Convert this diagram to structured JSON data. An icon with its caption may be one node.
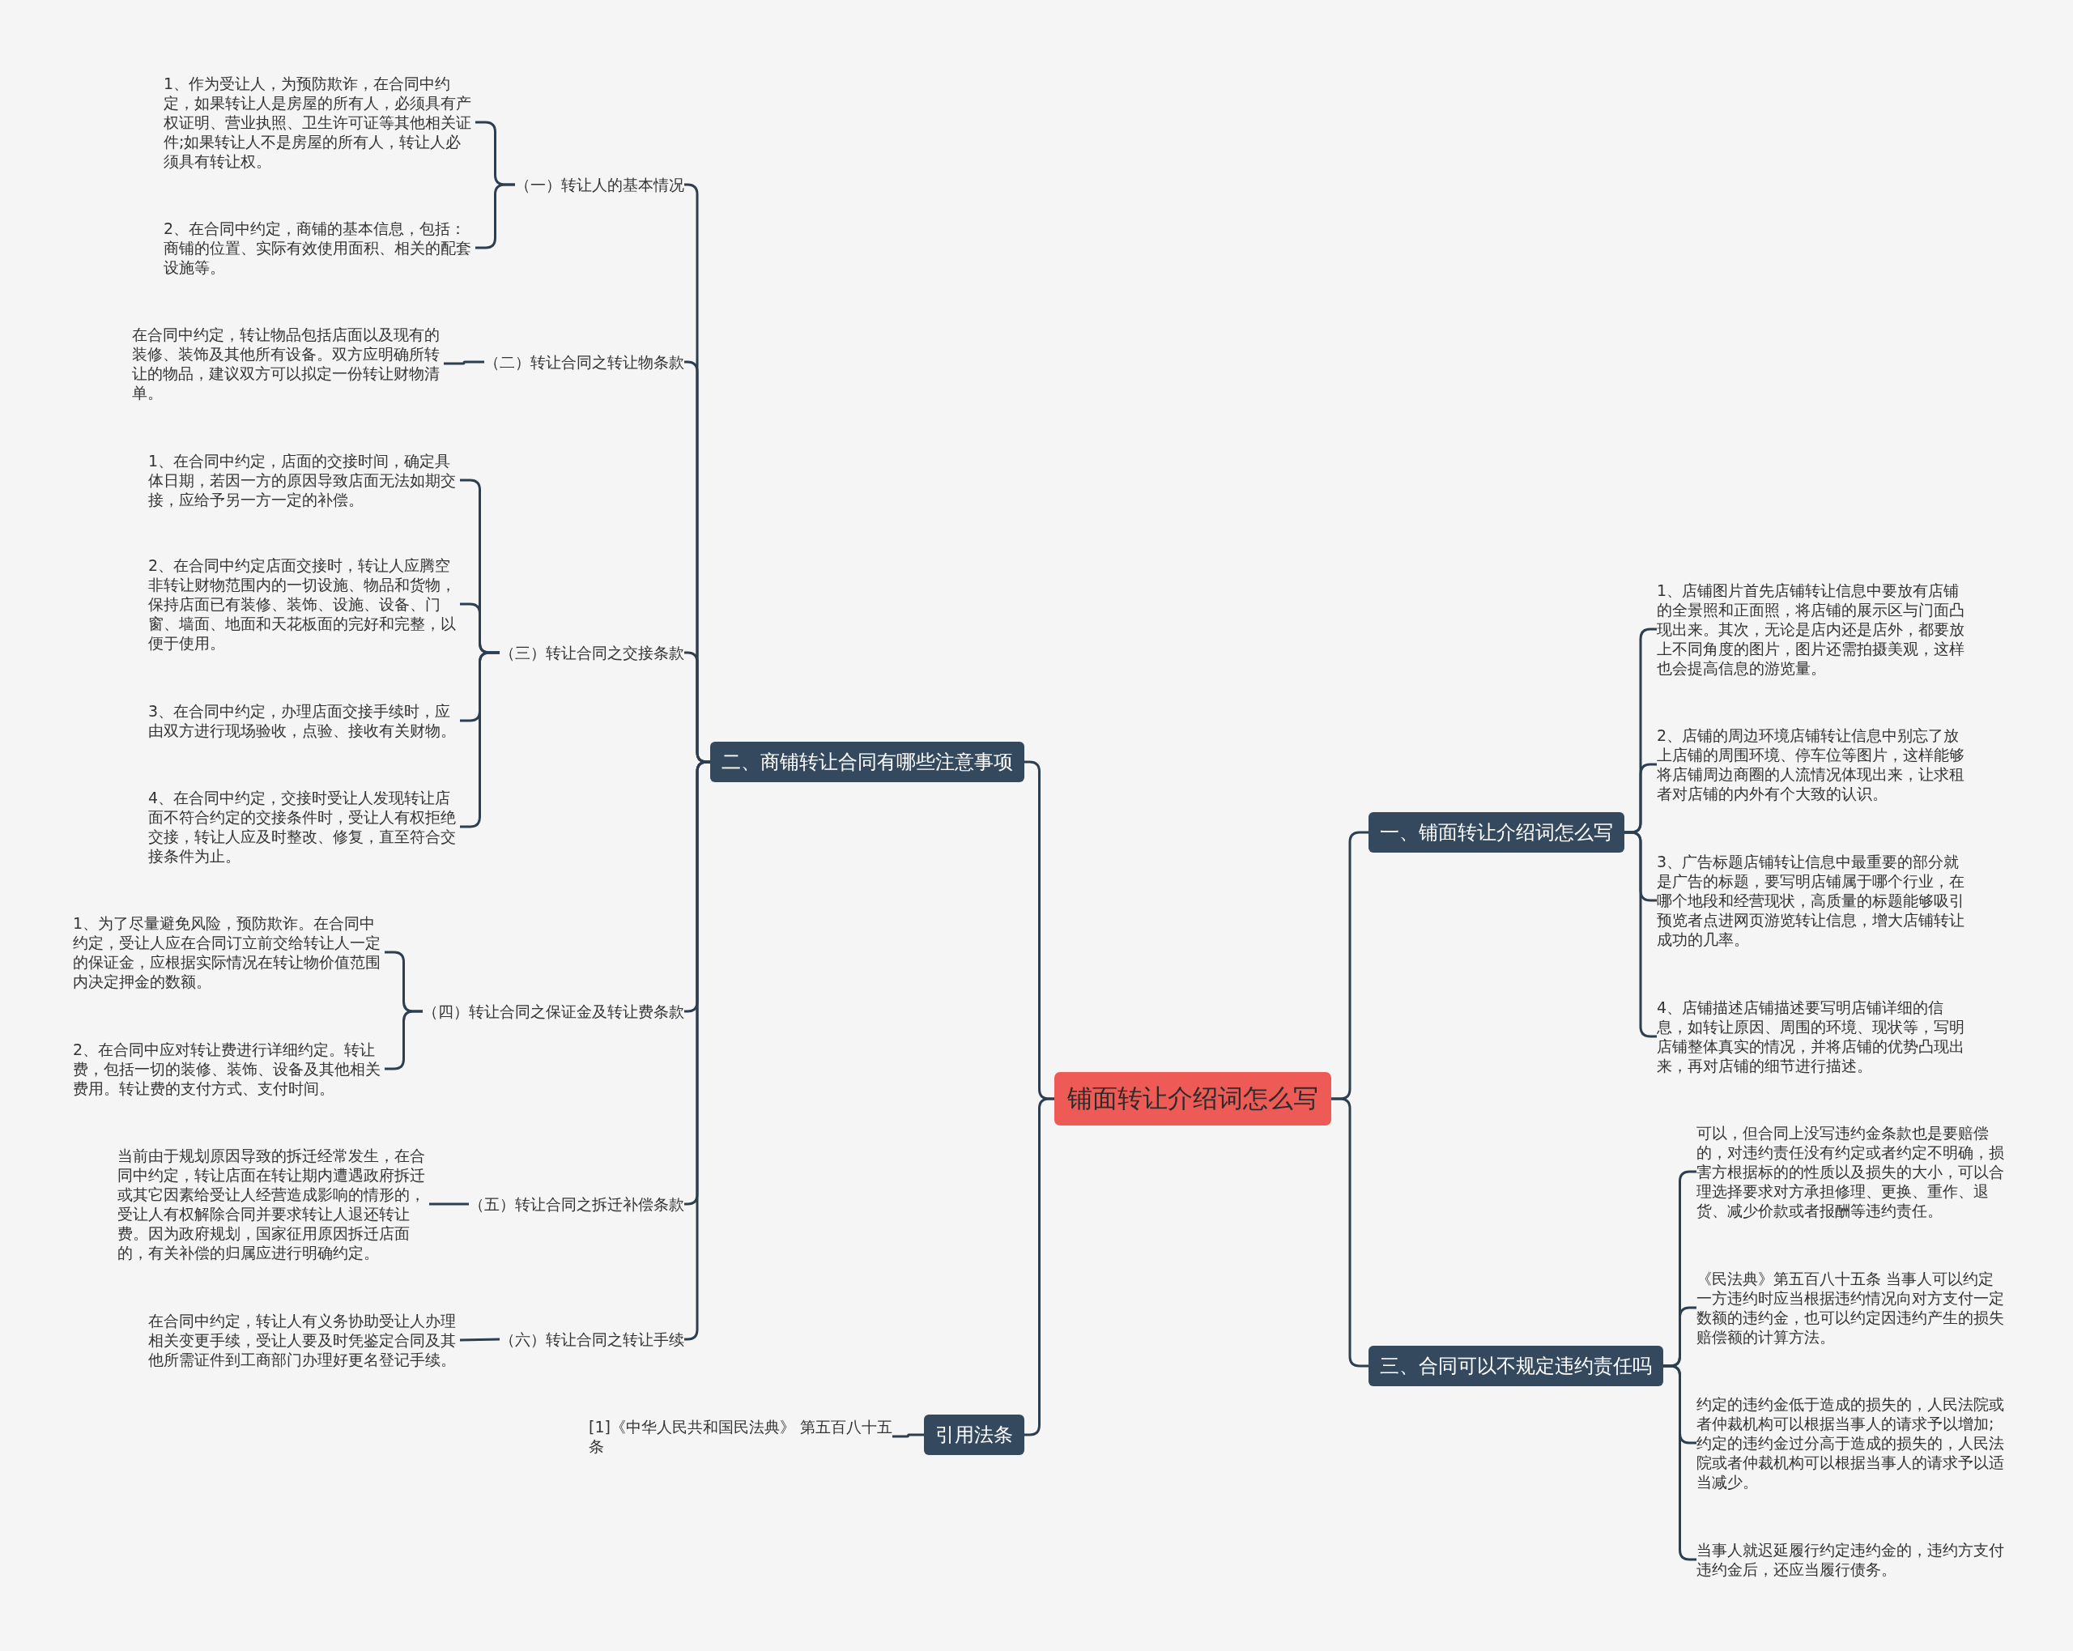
{
  "diagram": {
    "nodes": [
      {
        "text": [
          "铺面转让介绍词怎么写"
        ]
      },
      {
        "text": [
          "二、商铺转让合同有哪些注意事项"
        ]
      },
      {
        "text": [
          "（一）转让人的基本情况"
        ]
      },
      {
        "text": [
          "1、作为受让人，为预防欺诈，在合同中约定，如果转让人是房屋的所有人，必须具有产权证明、营业执照、卫生许可证等其他相关证件;如果转让人不是房屋的所有人，转让人必须具有转让权。"
        ]
      },
      {
        "text": [
          "2、在合同中约定，商铺的基本信息，包括：商铺的位置、实际有效使用面积、相关的配套设施等。"
        ]
      },
      {
        "text": [
          "（二）转让合同之转让物条款"
        ]
      },
      {
        "text": [
          "在合同中约定，转让物品包括店面以及现有的装修、装饰及其他所有设备。双方应明确所转让的物品，建议双方可以拟定一份转让财物清单。"
        ]
      },
      {
        "text": [
          "（三）转让合同之交接条款"
        ]
      },
      {
        "text": [
          "1、在合同中约定，店面的交接时间，确定具体日期，若因一方的原因导致店面无法如期交接，应给予另一方一定的补偿。"
        ]
      },
      {
        "text": [
          "2、在合同中约定店面交接时，转让人应腾空非转让财物范围内的一切设施、物品和货物，保持店面已有装修、装饰、设施、设备、门窗、墙面、地面和天花板面的完好和完整，以便于使用。"
        ]
      },
      {
        "text": [
          "3、在合同中约定，办理店面交接手续时，应由双方进行现场验收，点验、接收有关财物。"
        ]
      },
      {
        "text": [
          "4、在合同中约定，交接时受让人发现转让店面不符合约定的交接条件时，受让人有权拒绝交接，转让人应及时整改、修复，直至符合交接条件为止。"
        ]
      },
      {
        "text": [
          "（四）转让合同之保证金及转让费条款"
        ]
      },
      {
        "text": [
          "1、为了尽量避免风险，预防欺诈。在合同中约定，受让人应在合同订立前交给转让人一定的保证金，应根据实际情况在转让物价值范围内决定押金的数额。"
        ]
      },
      {
        "text": [
          "2、在合同中应对转让费进行详细约定。转让费，包括一切的装修、装饰、设备及其他相关费用。转让费的支付方式、支付时间。"
        ]
      },
      {
        "text": [
          "（五）转让合同之拆迁补偿条款"
        ]
      },
      {
        "text": [
          "当前由于规划原因导致的拆迁经常发生，在合同中约定，转让店面在转让期内遭遇政府拆迁或其它因素给受让人经营造成影响的情形的，受让人有权解除合同并要求转让人退还转让费。因为政府规划，国家征用原因拆迁店面的，有关补偿的归属应进行明确约定。"
        ]
      },
      {
        "text": [
          "（六）转让合同之转让手续"
        ]
      },
      {
        "text": [
          "在合同中约定，转让人有义务协助受让人办理相关变更手续，受让人要及时凭鉴定合同及其他所需证件到工商部门办理好更名登记手续。"
        ]
      },
      {
        "text": [
          "引用法条"
        ]
      },
      {
        "text": [
          "[1]《中华人民共和国民法典》 第五百八十五条"
        ]
      },
      {
        "text": [
          "一、铺面转让介绍词怎么写"
        ]
      },
      {
        "text": [
          "1、店铺图片首先店铺转让信息中要放有店铺的全景照和正面照，将店铺的展示区与门面凸现出来。其次，无论是店内还是店外，都要放上不同角度的图片，图片还需拍摄美观，这样也会提高信息的游览量。"
        ]
      },
      {
        "text": [
          "2、店铺的周边环境店铺转让信息中别忘了放上店铺的周围环境、停车位等图片，这样能够将店铺周边商圈的人流情况体现出来，让求租者对店铺的内外有个大致的认识。"
        ]
      },
      {
        "text": [
          "3、广告标题店铺转让信息中最重要的部分就是广告的标题，要写明店铺属于哪个行业，在哪个地段和经营现状，高质量的标题能够吸引预览者点进网页游览转让信息，增大店铺转让成功的几率。"
        ]
      },
      {
        "text": [
          "4、店铺描述店铺描述要写明店铺详细的信息，如转让原因、周围的环境、现状等，写明店铺整体真实的情况，并将店铺的优势凸现出来，再对店铺的细节进行描述。"
        ]
      },
      {
        "text": [
          "三、合同可以不规定违约责任吗"
        ]
      },
      {
        "text": [
          "可以，但合同上没写违约金条款也是要赔偿的，对违约责任没有约定或者约定不明确，损害方根据标的的性质以及损失的大小，可以合理选择要求对方承担修理、更换、重作、退货、减少价款或者报酬等违约责任。"
        ]
      },
      {
        "text": [
          "《民法典》第五百八十五条 当事人可以约定一方违约时应当根据违约情况向对方支付一定数额的违约金，也可以约定因违约产生的损失赔偿额的计算方法。"
        ]
      },
      {
        "text": [
          "约定的违约金低于造成的损失的，人民法院或者仲裁机构可以根据当事人的请求予以增加;约定的违约金过分高于造成的损失的，人民法院或者仲裁机构可以根据当事人的请求予以适当减少。"
        ]
      },
      {
        "text": [
          "当事人就迟延履行约定违约金的，违约方支付违约金后，还应当履行债务。"
        ]
      }
    ],
    "edges": [
      {
        "from": 0,
        "to": 1,
        "arrow": "none"
      },
      {
        "from": 0,
        "to": 19,
        "arrow": "none"
      },
      {
        "from": 0,
        "to": 21,
        "arrow": "none"
      },
      {
        "from": 0,
        "to": 26,
        "arrow": "none"
      },
      {
        "from": 1,
        "to": 2,
        "arrow": "none"
      },
      {
        "from": 1,
        "to": 5,
        "arrow": "none"
      },
      {
        "from": 1,
        "to": 7,
        "arrow": "none"
      },
      {
        "from": 1,
        "to": 12,
        "arrow": "none"
      },
      {
        "from": 1,
        "to": 15,
        "arrow": "none"
      },
      {
        "from": 1,
        "to": 17,
        "arrow": "none"
      },
      {
        "from": 2,
        "to": 3,
        "arrow": "none"
      },
      {
        "from": 2,
        "to": 4,
        "arrow": "none"
      },
      {
        "from": 5,
        "to": 6,
        "arrow": "none"
      },
      {
        "from": 7,
        "to": 8,
        "arrow": "none"
      },
      {
        "from": 7,
        "to": 9,
        "arrow": "none"
      },
      {
        "from": 7,
        "to": 10,
        "arrow": "none"
      },
      {
        "from": 7,
        "to": 11,
        "arrow": "none"
      },
      {
        "from": 12,
        "to": 13,
        "arrow": "none"
      },
      {
        "from": 12,
        "to": 14,
        "arrow": "none"
      },
      {
        "from": 15,
        "to": 16,
        "arrow": "none"
      },
      {
        "from": 17,
        "to": 18,
        "arrow": "none"
      },
      {
        "from": 19,
        "to": 20,
        "arrow": "none"
      },
      {
        "from": 21,
        "to": 22,
        "arrow": "none"
      },
      {
        "from": 21,
        "to": 23,
        "arrow": "none"
      },
      {
        "from": 21,
        "to": 24,
        "arrow": "none"
      },
      {
        "from": 21,
        "to": 25,
        "arrow": "none"
      },
      {
        "from": 26,
        "to": 27,
        "arrow": "none"
      },
      {
        "from": 26,
        "to": 28,
        "arrow": "none"
      },
      {
        "from": 26,
        "to": 29,
        "arrow": "none"
      },
      {
        "from": 26,
        "to": 30,
        "arrow": "none"
      }
    ]
  }
}
